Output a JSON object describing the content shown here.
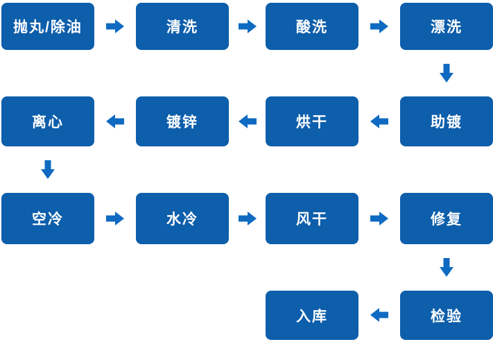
{
  "flowchart": {
    "background_color": "#ffffff",
    "node_color": "#0d5eab",
    "arrow_color": "#0f6ac1",
    "text_color": "#ffffff",
    "nodes": [
      {
        "label": "抛丸/除油"
      },
      {
        "label": "清洗"
      },
      {
        "label": "酸洗"
      },
      {
        "label": "漂洗"
      },
      {
        "label": "离心"
      },
      {
        "label": "镀锌"
      },
      {
        "label": "烘干"
      },
      {
        "label": "助镀"
      },
      {
        "label": "空冷"
      },
      {
        "label": "水冷"
      },
      {
        "label": "风干"
      },
      {
        "label": "修复"
      },
      {
        "label": "入库"
      },
      {
        "label": "检验"
      }
    ],
    "connections": [
      {
        "from": "抛丸/除油",
        "to": "清洗",
        "direction": "right"
      },
      {
        "from": "清洗",
        "to": "酸洗",
        "direction": "right"
      },
      {
        "from": "酸洗",
        "to": "漂洗",
        "direction": "right"
      },
      {
        "from": "漂洗",
        "to": "助镀",
        "direction": "down"
      },
      {
        "from": "助镀",
        "to": "烘干",
        "direction": "left"
      },
      {
        "from": "烘干",
        "to": "镀锌",
        "direction": "left"
      },
      {
        "from": "镀锌",
        "to": "离心",
        "direction": "left"
      },
      {
        "from": "离心",
        "to": "空冷",
        "direction": "down"
      },
      {
        "from": "空冷",
        "to": "水冷",
        "direction": "right"
      },
      {
        "from": "水冷",
        "to": "风干",
        "direction": "right"
      },
      {
        "from": "风干",
        "to": "修复",
        "direction": "right"
      },
      {
        "from": "修复",
        "to": "检验",
        "direction": "down"
      },
      {
        "from": "检验",
        "to": "入库",
        "direction": "left"
      }
    ]
  }
}
